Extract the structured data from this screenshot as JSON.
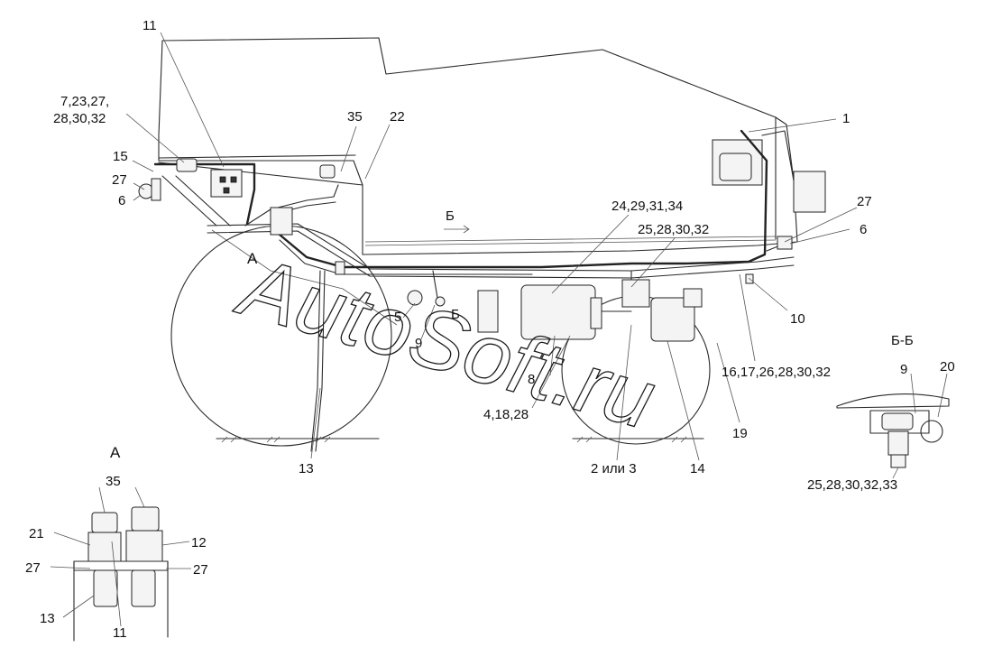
{
  "labels": {
    "l11_top": "11",
    "l7_23": "7,23,27,",
    "l28_30_32_a": "28,30,32",
    "l35_top": "35",
    "l22": "22",
    "l15": "15",
    "l27_left": "27",
    "l6_left": "6",
    "lA": "А",
    "l1": "1",
    "l27_right": "27",
    "l6_right": "6",
    "lB_sec": "Б",
    "l24": "24,29,31,34",
    "l25_28": "25,28,30,32",
    "l5": "5",
    "lB2": "Б",
    "l9": "9",
    "l8": "8",
    "l4": "4,18,28",
    "l10": "10",
    "l16": "16,17,26,28,30,32",
    "l19": "19",
    "l13": "13",
    "l2": "2 или 3",
    "l14": "14",
    "lBB": "Б-Б",
    "l9_bb": "9",
    "l20": "20",
    "l25_33": "25,28,30,32,33"
  },
  "detail_a": {
    "title": "А",
    "l35": "35",
    "l21": "21",
    "l12": "12",
    "l27_left": "27",
    "l27_right": "27",
    "l13": "13",
    "l11": "11"
  },
  "watermark": "AutoSoft.ru"
}
